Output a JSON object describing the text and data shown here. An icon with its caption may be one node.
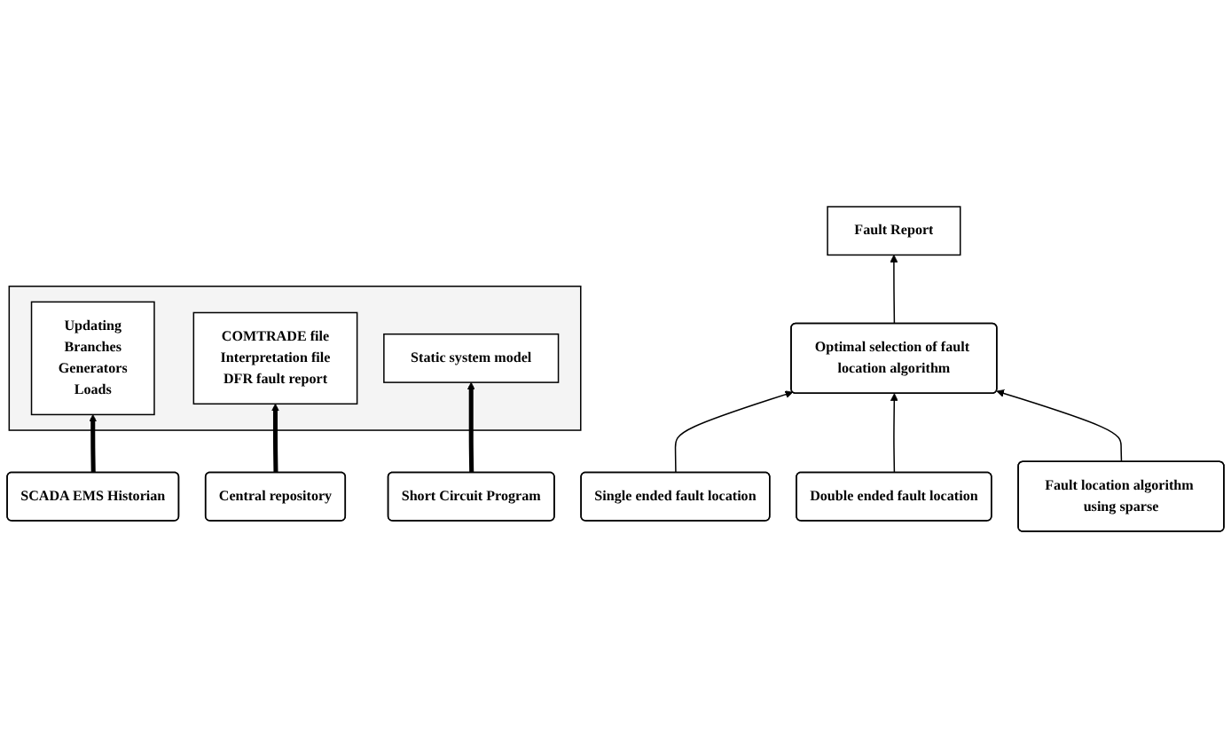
{
  "diagram": {
    "nodes": [
      {
        "text": [
          "Fault Report"
        ]
      },
      {
        "text": [
          "Optimal selection of fault location algorithm"
        ]
      },
      {
        "text": [
          "Single ended fault location"
        ]
      },
      {
        "text": [
          "Double ended fault location"
        ]
      },
      {
        "text": [
          "Fault location algorithm using sparse"
        ]
      },
      {
        "text": [],
        "shape": "box"
      },
      {
        "text": [
          "Updating",
          "Branches",
          "Generators",
          "Loads"
        ],
        "in": 5
      },
      {
        "text": [
          "COMTRADE file",
          "Interpretation file",
          "DFR fault report"
        ],
        "in": 5
      },
      {
        "text": [
          "Static system model"
        ],
        "in": 5
      },
      {
        "text": [
          "SCADA EMS Historian"
        ]
      },
      {
        "text": [
          "Central repository"
        ]
      },
      {
        "text": [
          "Short Circuit Program"
        ]
      }
    ],
    "edges": [
      {
        "from": 1,
        "to": 0,
        "arrow": "to"
      },
      {
        "from": 2,
        "to": 1,
        "arrow": "to"
      },
      {
        "from": 3,
        "to": 1,
        "arrow": "to"
      },
      {
        "from": 4,
        "to": 1,
        "arrow": "to"
      },
      {
        "from": 9,
        "to": 6,
        "arrow": "to",
        "style": "thick"
      },
      {
        "from": 10,
        "to": 7,
        "arrow": "to",
        "style": "thick"
      },
      {
        "from": 11,
        "to": 8,
        "arrow": "to",
        "style": "thick"
      }
    ]
  }
}
